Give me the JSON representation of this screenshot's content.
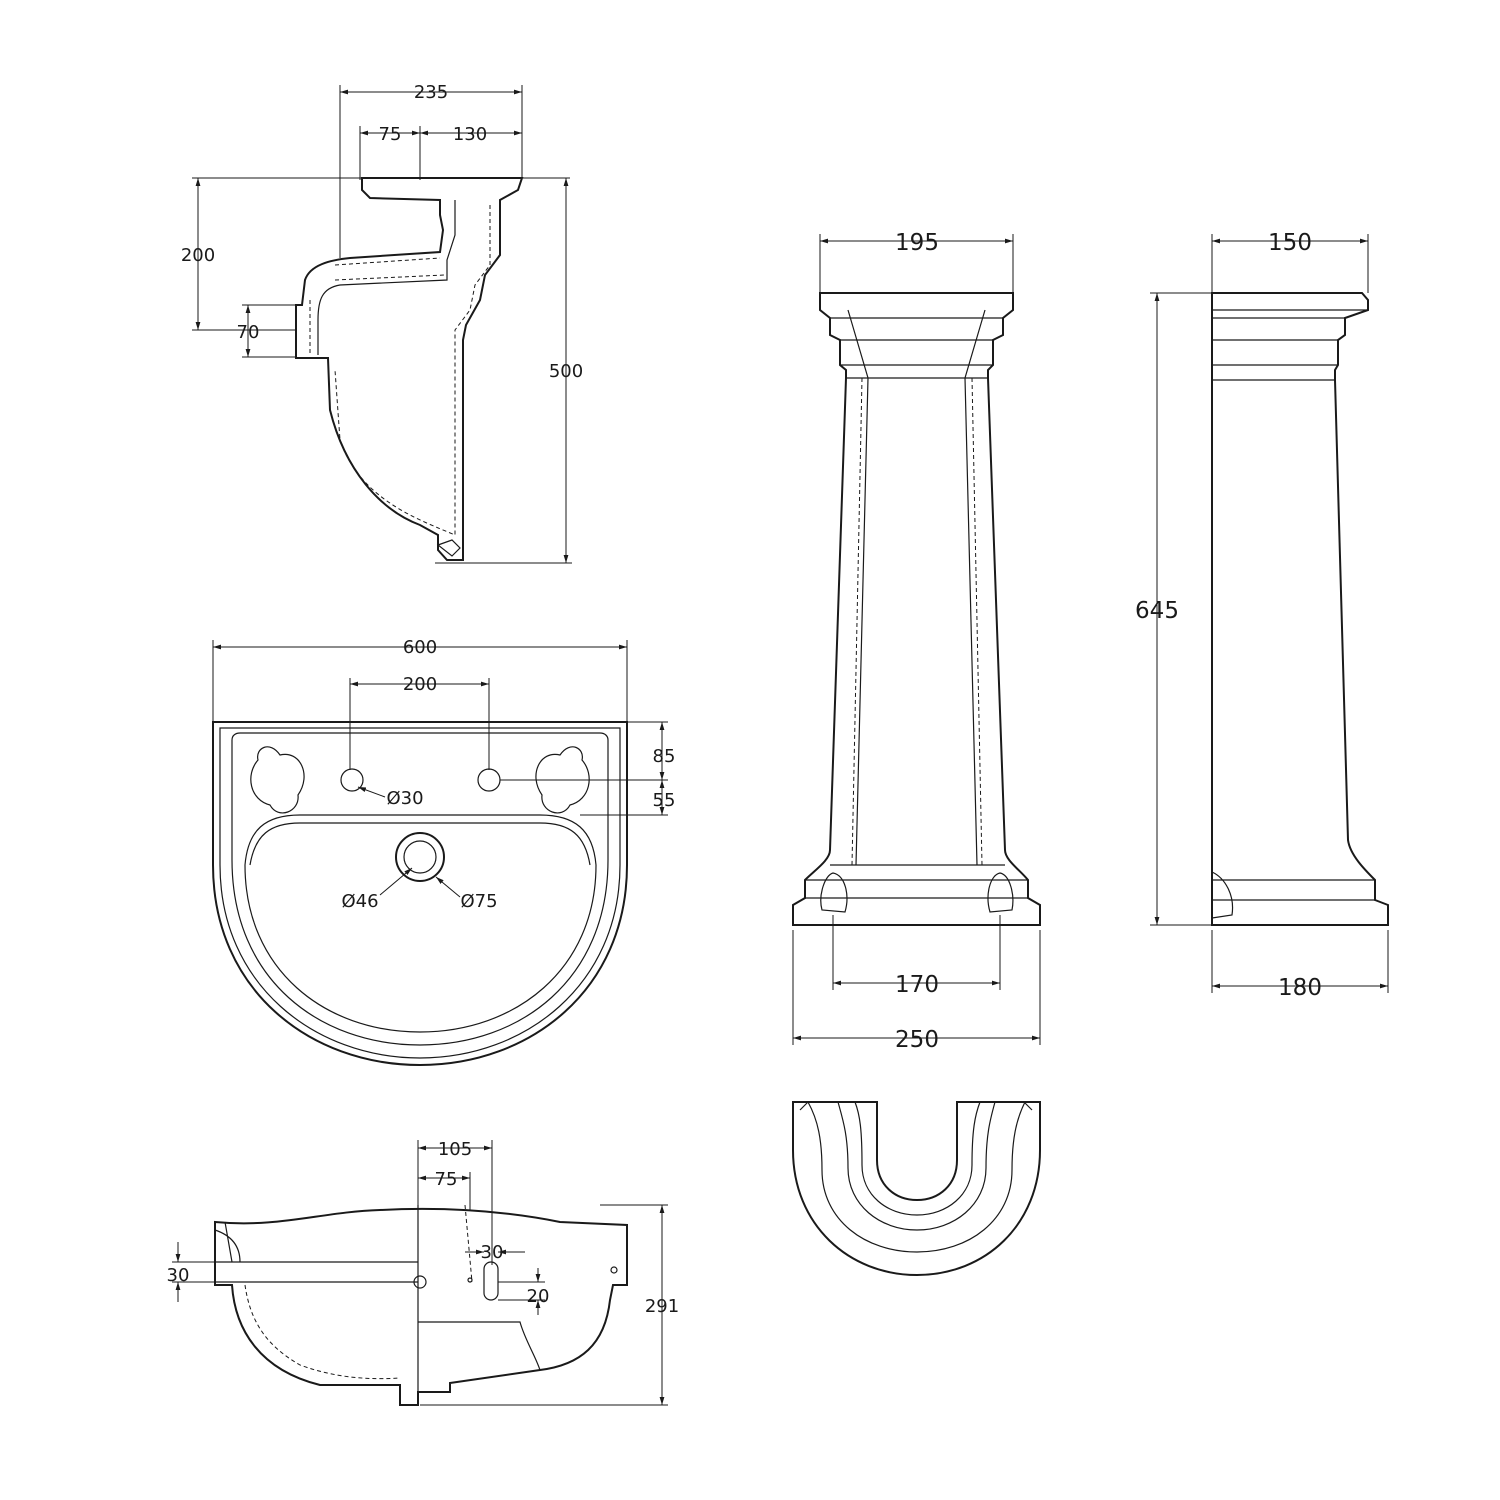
{
  "drawing": {
    "line_color": "#1a1a1a",
    "background": "#ffffff",
    "basin_side_section": {
      "depth_overall": "235",
      "depth_front": "75",
      "depth_rear": "130",
      "height_top": "200",
      "waste_height": "70",
      "height_overall": "500"
    },
    "basin_plan": {
      "width": "600",
      "tap_centres": "200",
      "rim_to_tap": "85",
      "tap_to_bowl": "55",
      "tap_hole": "Ø30",
      "waste_hole": "Ø46",
      "waste_outer": "Ø75"
    },
    "pedestal_front": {
      "top_width": "195",
      "fixing_centres": "170",
      "base_width": "250"
    },
    "pedestal_side": {
      "top_depth": "150",
      "height": "645",
      "base_depth": "180"
    },
    "basin_side_elevation": {
      "dim_105": "105",
      "dim_75": "75",
      "rim_height": "30",
      "overflow_width": "30",
      "overflow_height": "20",
      "height_overall": "291"
    }
  }
}
